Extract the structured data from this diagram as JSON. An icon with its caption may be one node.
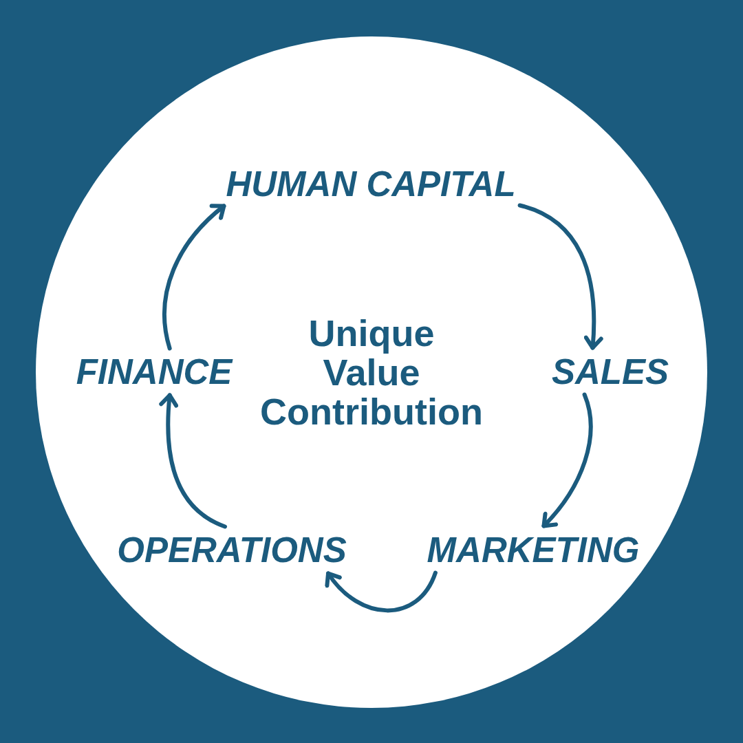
{
  "diagram": {
    "nodes": [
      {
        "text": [
          "Unique Value Contribution"
        ]
      },
      {
        "text": [
          "HUMAN CAPITAL"
        ],
        "in": 0
      },
      {
        "text": [
          "SALES"
        ],
        "in": 0
      },
      {
        "text": [
          "MARKETING"
        ],
        "in": 0
      },
      {
        "text": [
          "OPERATIONS"
        ],
        "in": 0
      },
      {
        "text": [
          "FINANCE"
        ],
        "in": 0
      }
    ],
    "edges": [
      {
        "from": 1,
        "to": 2,
        "arrow": "to"
      },
      {
        "from": 2,
        "to": 3,
        "arrow": "to"
      },
      {
        "from": 3,
        "to": 4,
        "arrow": "to"
      },
      {
        "from": 4,
        "to": 5,
        "arrow": "to"
      },
      {
        "from": 5,
        "to": 1,
        "arrow": "to"
      }
    ]
  }
}
